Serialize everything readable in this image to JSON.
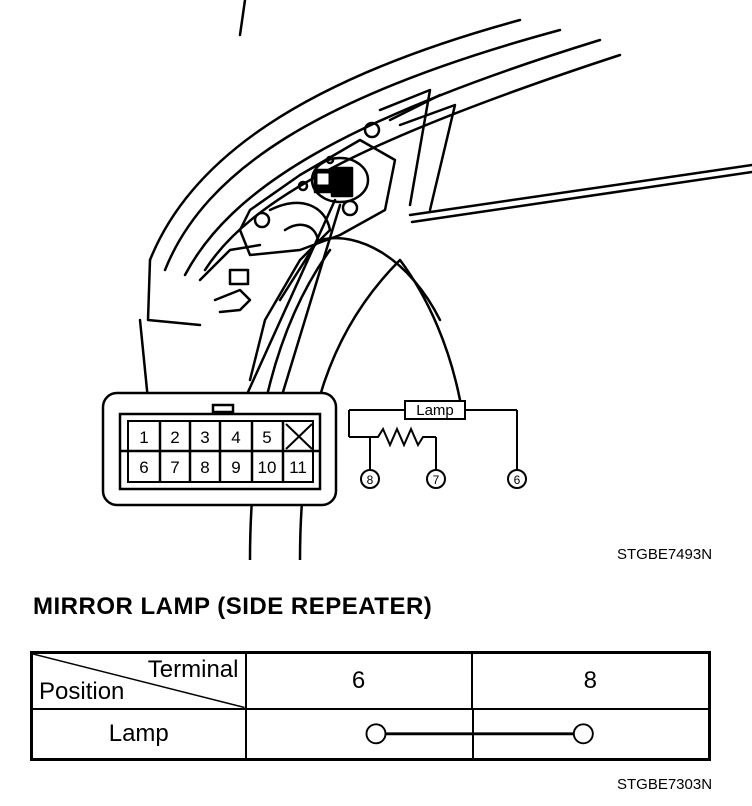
{
  "connector": {
    "pins_top": [
      "1",
      "2",
      "3",
      "4",
      "5",
      ""
    ],
    "pins_bottom": [
      "6",
      "7",
      "8",
      "9",
      "10",
      "11"
    ]
  },
  "schematic": {
    "lamp_label": "Lamp",
    "terminals": [
      "8",
      "7",
      "6"
    ]
  },
  "figure_codes": {
    "top": "STGBE7493N",
    "bottom": "STGBE7303N"
  },
  "section_title": "MIRROR LAMP (SIDE REPEATER)",
  "table": {
    "header_terminal": "Terminal",
    "header_position": "Position",
    "columns": [
      "6",
      "8"
    ],
    "rows": [
      {
        "label": "Lamp",
        "continuity": [
          "6",
          "8"
        ]
      }
    ]
  }
}
